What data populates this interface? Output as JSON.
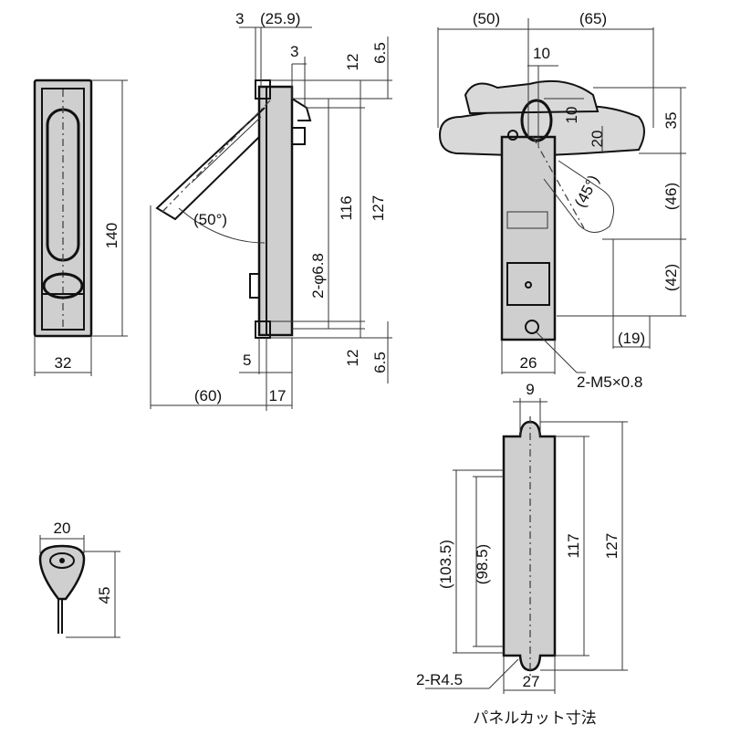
{
  "colors": {
    "line": "#111111",
    "fill": "#d9d9d9",
    "background": "#ffffff"
  },
  "front_view": {
    "height": "140",
    "width": "32"
  },
  "side_view": {
    "top_offset": "3",
    "top_depth": "(25.9)",
    "top_small": "3",
    "top_12": "12",
    "top_65": "6.5",
    "h116": "116",
    "h127": "127",
    "hole_label": "2-φ6.8",
    "angle": "(50°)",
    "bottom_12": "12",
    "bottom_65": "6.5",
    "bottom_5": "5",
    "dim_60": "(60)",
    "dim_17": "17"
  },
  "back_view": {
    "dim_50": "(50)",
    "dim_65": "(65)",
    "dim_10a": "10",
    "dim_10b": "10",
    "dim_20": "20",
    "dim_35": "35",
    "angle": "(45°)",
    "dim_46": "(46)",
    "dim_42": "(42)",
    "dim_19": "(19)",
    "dim_26": "26",
    "thread": "2-M5×0.8"
  },
  "panel_cut": {
    "dim_9": "9",
    "dim_1035": "(103.5)",
    "dim_985": "(98.5)",
    "dim_117": "117",
    "dim_127": "127",
    "radius": "2-R4.5",
    "dim_27": "27",
    "caption": "パネルカット寸法"
  },
  "key_view": {
    "dim_20": "20",
    "dim_45": "45"
  }
}
